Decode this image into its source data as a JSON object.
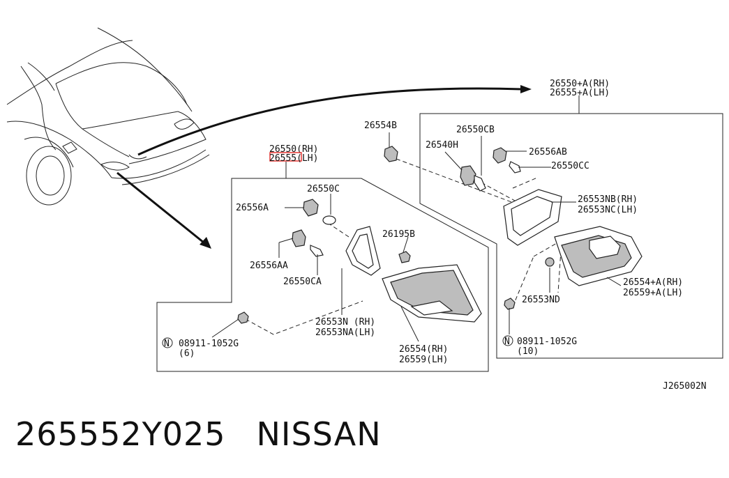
{
  "labels": {
    "rh_outer": "26550+A(RH)",
    "lh_outer": "26555+A(LH)",
    "main_rh": "26550(RH)",
    "main_lh": "26555(LH)",
    "l_26554B": "26554B",
    "l_26550CB": "26550CB",
    "l_26540H": "26540H",
    "l_26556AB": "26556AB",
    "l_26550CC": "26550CC",
    "l_26553NB": "26553NB(RH)",
    "l_26553NC": "26553NC(LH)",
    "l_26554A": "26554+A(RH)",
    "l_26559A": "26559+A(LH)",
    "l_26553ND": "26553ND",
    "l_nut_right": "08911-1052G",
    "l_nut_right_qty": "(10)",
    "l_26550C": "26550C",
    "l_26556A": "26556A",
    "l_26195B": "26195B",
    "l_26556AA": "26556AA",
    "l_26550CA": "26550CA",
    "l_26553N": "26553N (RH)",
    "l_26553NA": "26553NA(LH)",
    "l_26554": "26554(RH)",
    "l_26559": "26559(LH)",
    "l_nut_left": "08911-1052G",
    "l_nut_left_qty": "(6)",
    "n_symbol": "N",
    "diagram_code": "J265002N"
  },
  "caption": {
    "part_number": "265552Y025",
    "brand": "NISSAN"
  },
  "colors": {
    "highlight": "#e53935",
    "line": "#222222"
  }
}
